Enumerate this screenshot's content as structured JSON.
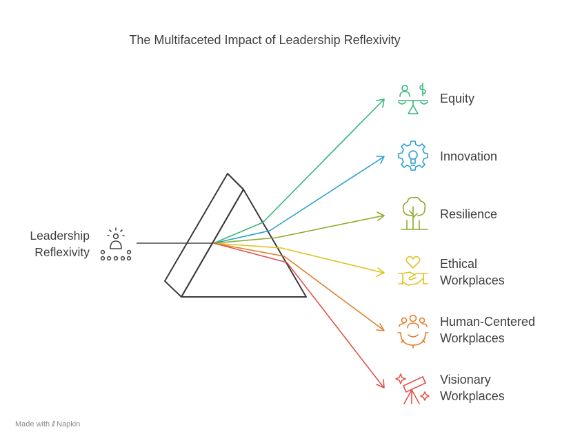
{
  "title": "The Multifaceted Impact of Leadership Reflexivity",
  "source": {
    "line1": "Leadership",
    "line2": "Reflexivity",
    "icon": "person-reflecting-icon"
  },
  "outputs": [
    {
      "id": "equity",
      "line1": "Equity",
      "line2": "",
      "color": "#35b77a",
      "icon": "equity-scale-icon"
    },
    {
      "id": "innovation",
      "line1": "Innovation",
      "line2": "",
      "color": "#2a9fd0",
      "icon": "gear-lightbulb-icon"
    },
    {
      "id": "resilience",
      "line1": "Resilience",
      "line2": "",
      "color": "#8aab2c",
      "icon": "tree-icon"
    },
    {
      "id": "ethical",
      "line1": "Ethical",
      "line2": "Workplaces",
      "color": "#e0c21f",
      "icon": "heart-handshake-icon"
    },
    {
      "id": "human",
      "line1": "Human-Centered",
      "line2": "Workplaces",
      "color": "#e07f2c",
      "icon": "people-gear-icon"
    },
    {
      "id": "visionary",
      "line1": "Visionary",
      "line2": "Workplaces",
      "color": "#e0544a",
      "icon": "telescope-icon"
    }
  ],
  "branding": {
    "prefix": "Made with",
    "name": "Napkin"
  }
}
